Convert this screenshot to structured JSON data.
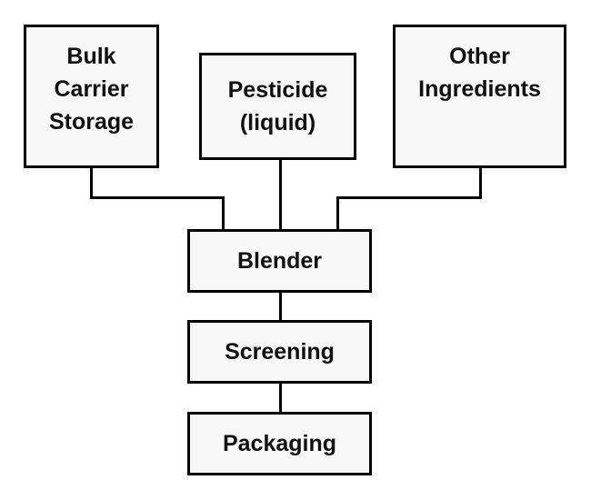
{
  "diagram": {
    "nodes": [
      {
        "id": "bulk-carrier-storage",
        "label": "Bulk\nCarrier\nStorage"
      },
      {
        "id": "pesticide-liquid",
        "label": "Pesticide\n(liquid)"
      },
      {
        "id": "other-ingredients",
        "label": "Other\nIngredients"
      },
      {
        "id": "blender",
        "label": "Blender"
      },
      {
        "id": "screening",
        "label": "Screening"
      },
      {
        "id": "packaging",
        "label": "Packaging"
      }
    ],
    "edges": [
      {
        "from": "bulk-carrier-storage",
        "to": "blender"
      },
      {
        "from": "pesticide-liquid",
        "to": "blender"
      },
      {
        "from": "other-ingredients",
        "to": "blender"
      },
      {
        "from": "blender",
        "to": "screening"
      },
      {
        "from": "screening",
        "to": "packaging"
      }
    ]
  }
}
